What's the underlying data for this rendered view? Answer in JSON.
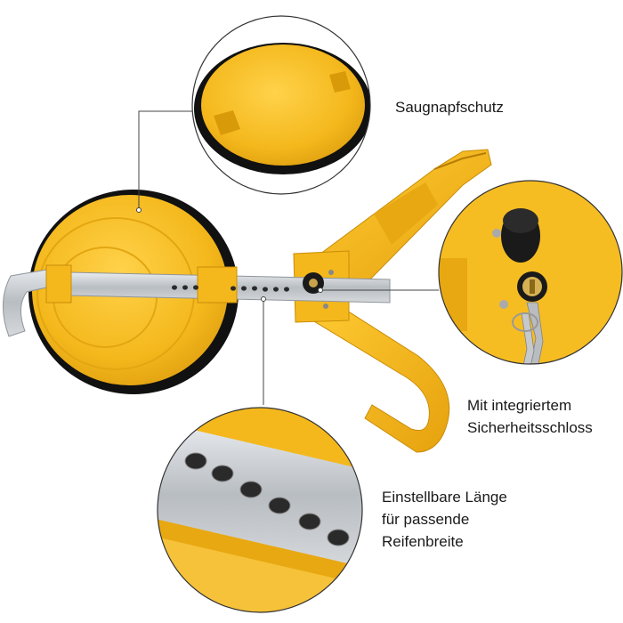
{
  "labels": {
    "suction_cover": "Saugnapfschutz",
    "lock": {
      "line1": "Mit integriertem",
      "line2": "Sicherheitsschloss"
    },
    "length": {
      "line1": "Einstellbare Länge",
      "line2": "für passende",
      "line3": "Reifenbreite"
    }
  },
  "colors": {
    "product_yellow": "#f4b81c",
    "yellow_shadow": "#d99a0a",
    "steel": "#c9ccd0",
    "rubber_black": "#111111",
    "callout_line": "#333333"
  },
  "image": {
    "subject": "wheel-clamp-product-photo",
    "icons": [
      "suction-cup-disc",
      "adjustable-steel-bar",
      "security-lock-cylinder",
      "keys",
      "clamp-arms"
    ]
  }
}
